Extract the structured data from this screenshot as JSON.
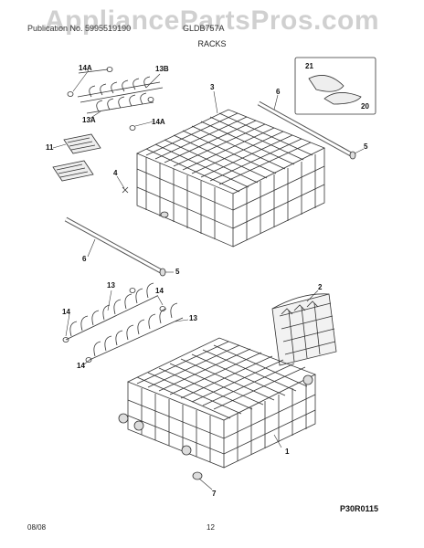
{
  "watermark": "AppliancePartsPros.com",
  "header": {
    "model_text": "Publication No. 5995519190",
    "model_code": "GLDB757A"
  },
  "section_title": "RACKS",
  "callouts": {
    "c14a_top": "14A",
    "c13b": "13B",
    "c13a": "13A",
    "c14a_mid": "14A",
    "c11": "11",
    "c3": "3",
    "c4": "4",
    "c6_top": "6",
    "c5_top": "5",
    "c21": "21",
    "c20": "20",
    "c6_bot": "6",
    "c5_bot": "5",
    "c13_left": "13",
    "c14_right": "14",
    "c14_left": "14",
    "c13_right": "13",
    "c14_bottom": "14",
    "c2": "2",
    "c1": "1",
    "c7": "7"
  },
  "diagram_code": "P30R0115",
  "footer": {
    "date": "08/08",
    "page": "12"
  }
}
